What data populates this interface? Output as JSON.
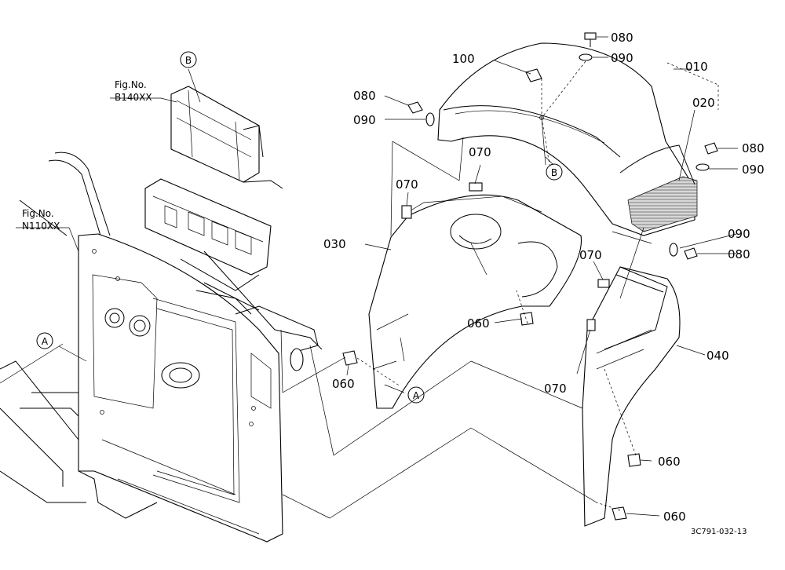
{
  "diagram": {
    "drawing_number": "3C791-032-13",
    "fig_refs": [
      {
        "title": "Fig.No.",
        "code": "B140XX"
      },
      {
        "title": "Fig.No.",
        "code": "N110XX"
      }
    ],
    "circle_refs": {
      "b_top": "B",
      "b_cover": "B",
      "a_left": "A",
      "a_panel": "A"
    },
    "part_labels": {
      "p010": "010",
      "p020": "020",
      "p030": "030",
      "p040": "040",
      "p060_a": "060",
      "p060_b": "060",
      "p060_c": "060",
      "p060_d": "060",
      "p070_a": "070",
      "p070_b": "070",
      "p070_c": "070",
      "p070_d": "070",
      "p080_a": "080",
      "p080_b": "080",
      "p080_c": "080",
      "p080_d": "080",
      "p090_a": "090",
      "p090_b": "090",
      "p090_c": "090",
      "p090_d": "090",
      "p100": "100"
    }
  }
}
